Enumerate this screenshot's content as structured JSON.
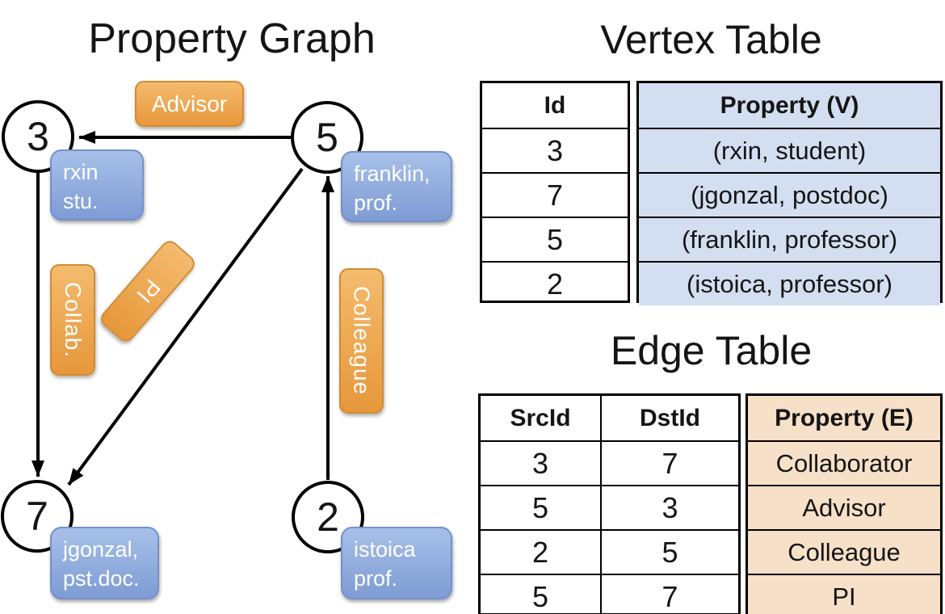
{
  "graph": {
    "title": "Property Graph",
    "nodes": [
      {
        "id": "3",
        "line1": "rxin",
        "line2": "stu."
      },
      {
        "id": "5",
        "line1": "franklin,",
        "line2": "prof."
      },
      {
        "id": "7",
        "line1": "jgonzal,",
        "line2": "pst.doc."
      },
      {
        "id": "2",
        "line1": "istoica",
        "line2": "prof."
      }
    ],
    "edge_labels": {
      "advisor": "Advisor",
      "collab": "Collab.",
      "pi": "PI",
      "colleague": "Colleague"
    }
  },
  "vertex_table": {
    "title": "Vertex Table",
    "columns": [
      "Id",
      "Property (V)"
    ],
    "rows": [
      [
        "3",
        "(rxin, student)"
      ],
      [
        "7",
        "(jgonzal, postdoc)"
      ],
      [
        "5",
        "(franklin, professor)"
      ],
      [
        "2",
        "(istoica, professor)"
      ]
    ]
  },
  "edge_table": {
    "title": "Edge Table",
    "columns": [
      "SrcId",
      "DstId",
      "Property (E)"
    ],
    "rows": [
      [
        "3",
        "7",
        "Collaborator"
      ],
      [
        "5",
        "3",
        "Advisor"
      ],
      [
        "2",
        "5",
        "Colleague"
      ],
      [
        "5",
        "7",
        "PI"
      ]
    ]
  },
  "colors": {
    "vertex_cell_blue": "#d3def1",
    "edge_cell_peach": "#f7e0c8",
    "edge_label_orange": "#e7973a",
    "vertex_label_blue": "#7e9cd4",
    "line_black": "#000000"
  }
}
